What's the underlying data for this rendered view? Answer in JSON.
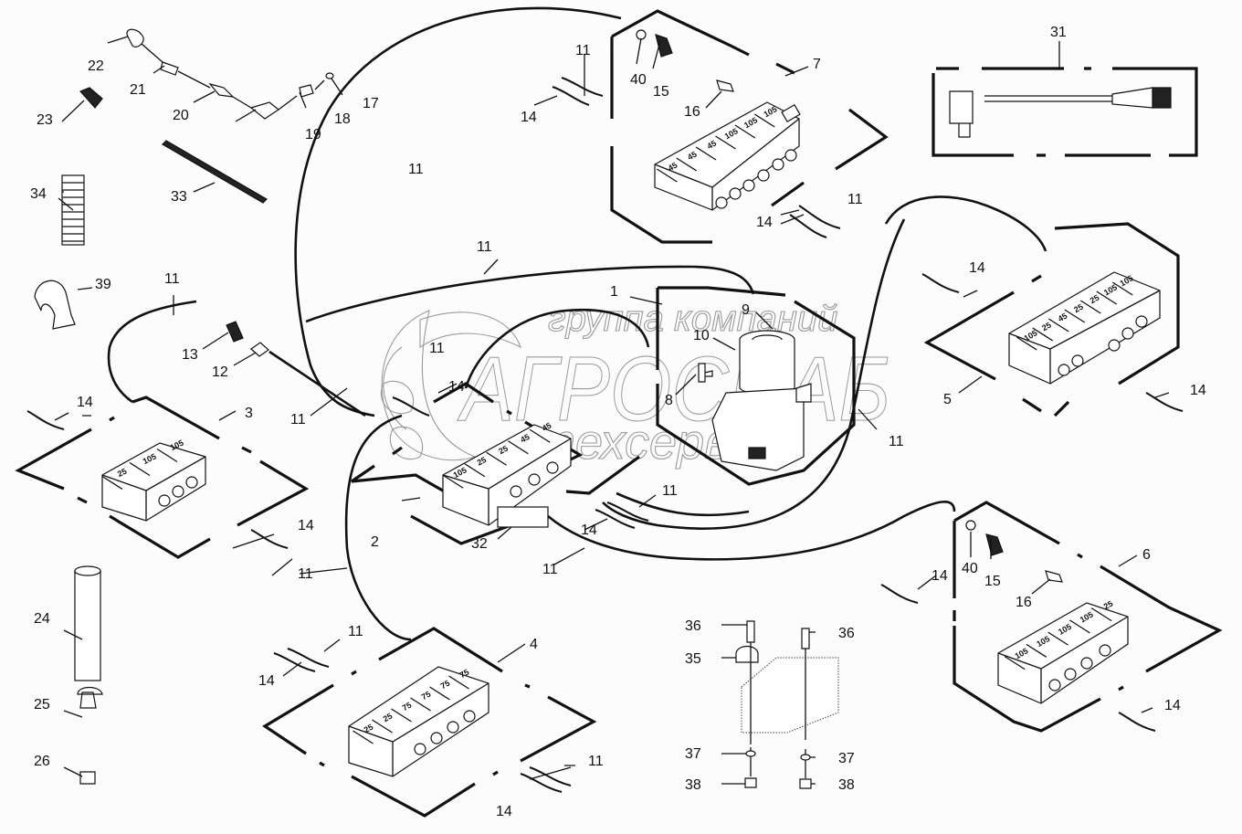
{
  "watermark": {
    "line1": "группа компаний",
    "line2": "АГРОСНАБ",
    "line3": "техсервис"
  },
  "callouts": [
    {
      "id": "c1",
      "text": "1"
    },
    {
      "id": "c2",
      "text": "2"
    },
    {
      "id": "c3",
      "text": "3"
    },
    {
      "id": "c4",
      "text": "4"
    },
    {
      "id": "c5",
      "text": "5"
    },
    {
      "id": "c6",
      "text": "6"
    },
    {
      "id": "c7",
      "text": "7"
    },
    {
      "id": "c8",
      "text": "8"
    },
    {
      "id": "c9",
      "text": "9"
    },
    {
      "id": "c10",
      "text": "10"
    },
    {
      "id": "c12",
      "text": "12"
    },
    {
      "id": "c13",
      "text": "13"
    },
    {
      "id": "c17",
      "text": "17"
    },
    {
      "id": "c18",
      "text": "18"
    },
    {
      "id": "c19",
      "text": "19"
    },
    {
      "id": "c20",
      "text": "20"
    },
    {
      "id": "c21",
      "text": "21"
    },
    {
      "id": "c22",
      "text": "22"
    },
    {
      "id": "c23",
      "text": "23"
    },
    {
      "id": "c24",
      "text": "24"
    },
    {
      "id": "c25",
      "text": "25"
    },
    {
      "id": "c26",
      "text": "26"
    },
    {
      "id": "c31",
      "text": "31"
    },
    {
      "id": "c32",
      "text": "32"
    },
    {
      "id": "c33",
      "text": "33"
    },
    {
      "id": "c34",
      "text": "34"
    },
    {
      "id": "c35",
      "text": "35"
    },
    {
      "id": "c39",
      "text": "39"
    }
  ],
  "labels": {
    "hose": "11",
    "protect": "14",
    "fitting15": "15",
    "fitting16": "16",
    "plug40": "40",
    "screw36": "36",
    "washer37": "37",
    "nut38": "38"
  },
  "distributors": {
    "d7": [
      "45",
      "45",
      "45",
      "105",
      "105",
      "105"
    ],
    "d5": [
      "105",
      "25",
      "45",
      "25",
      "25",
      "105",
      "105"
    ],
    "d3": [
      "25",
      "105",
      "105"
    ],
    "d2": [
      "105",
      "25",
      "25",
      "45",
      "45"
    ],
    "d4": [
      "25",
      "25",
      "75",
      "75",
      "75",
      "75"
    ],
    "d6": [
      "105",
      "105",
      "105",
      "105",
      "25"
    ]
  }
}
